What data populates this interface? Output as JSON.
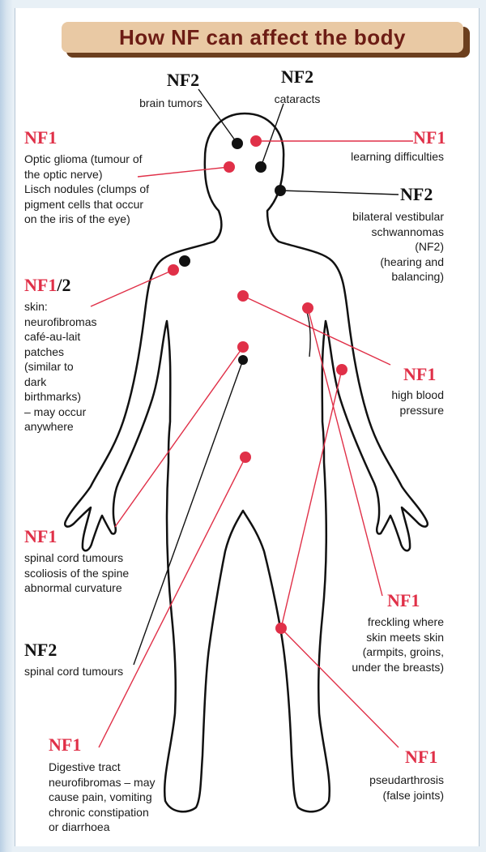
{
  "title": "How NF can affect the body",
  "colors": {
    "nf1": "#e03048",
    "nf2": "#111111",
    "banner_bg": "#e9c9a4",
    "banner_text": "#6c1c14"
  },
  "labels": {
    "brain_tumors": {
      "tag": "NF2",
      "text": "brain tumors"
    },
    "cataracts": {
      "tag": "NF2",
      "text": "cataracts"
    },
    "optic": {
      "tag": "NF1",
      "lines": [
        "Optic glioma (tumour of",
        "the optic nerve)",
        "Lisch nodules (clumps of",
        "pigment cells that occur",
        "on the iris of the eye)"
      ]
    },
    "learning": {
      "tag": "NF1",
      "text": "learning difficulties"
    },
    "vestibular": {
      "tag": "NF2",
      "lines": [
        "bilateral vestibular",
        "schwannomas",
        "(NF2)",
        "(hearing and",
        "balancing)"
      ]
    },
    "skin": {
      "tag": "NF1/2",
      "lines": [
        "skin:",
        "neurofibromas",
        "café-au-lait",
        "patches",
        "(similar to",
        "dark",
        "birthmarks)",
        "– may occur",
        "anywhere"
      ]
    },
    "blood_pressure": {
      "tag": "NF1",
      "lines": [
        "high blood",
        "pressure"
      ]
    },
    "spinal_nf1": {
      "tag": "NF1",
      "lines": [
        "spinal cord tumours",
        "scoliosis of the spine",
        "abnormal curvature"
      ]
    },
    "freckling": {
      "tag": "NF1",
      "lines": [
        "freckling where",
        "skin meets skin",
        "(armpits, groins,",
        "under the breasts)"
      ]
    },
    "spinal_nf2": {
      "tag": "NF2",
      "text": "spinal cord tumours"
    },
    "digestive": {
      "tag": "NF1",
      "lines": [
        "Digestive tract",
        "neurofibromas – may",
        "cause pain, vomiting",
        "chronic constipation",
        "or diarrhoea"
      ]
    },
    "pseudarthrosis": {
      "tag": "NF1",
      "lines": [
        "pseudarthrosis",
        "(false joints)"
      ]
    }
  }
}
